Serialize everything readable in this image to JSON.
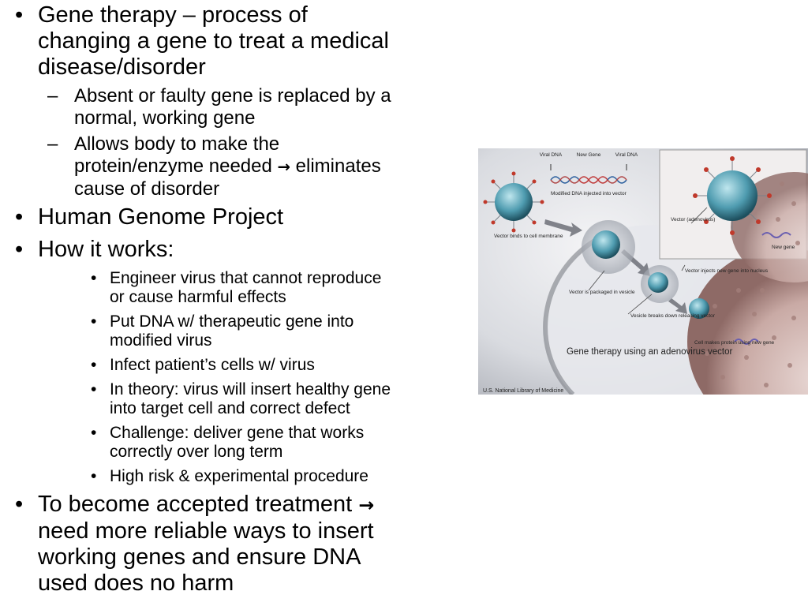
{
  "bullets": {
    "b1": {
      "line1": "Gene therapy – process of",
      "line2": "changing a gene to treat a medical",
      "line3": "disease/disorder"
    },
    "b1_sub1": {
      "line1": "Absent or faulty gene is replaced by a",
      "line2": "normal, working gene"
    },
    "b1_sub2": {
      "line1": "Allows body to make the",
      "line2a": "protein/enzyme needed ",
      "arrow": "→",
      "line2b": " eliminates",
      "line3": "cause of disorder"
    },
    "b2": {
      "text": "Human Genome Project"
    },
    "b3": {
      "text": "How it works:"
    },
    "b3_sub": [
      {
        "line1": "Engineer virus that cannot reproduce",
        "line2": "or cause harmful effects"
      },
      {
        "line1": "Put DNA w/ therapeutic gene into",
        "line2": "modified virus"
      },
      {
        "line1": "Infect patient’s cells w/ virus"
      },
      {
        "line1": "In theory: virus will insert healthy gene",
        "line2": "into target cell and correct defect"
      },
      {
        "line1": "Challenge: deliver gene that works",
        "line2": "correctly over long term"
      },
      {
        "line1": "High risk & experimental procedure"
      }
    ],
    "b4": {
      "line1a": "To become accepted treatment ",
      "arrow": "→",
      "line2": "need more reliable ways to insert",
      "line3": "working genes and ensure DNA",
      "line4": "used does no harm"
    },
    "marker_l1": "•",
    "marker_l2": "–",
    "marker_l3": "•"
  },
  "figure": {
    "label_viral_dna_1": "Viral DNA",
    "label_new_gene": "New Gene",
    "label_viral_dna_2": "Viral DNA",
    "label_modified": "Modified DNA injected into vector",
    "label_binds": "Vector binds to cell membrane",
    "label_vector": "Vector (adenovirus)",
    "label_new_gene_right": "New gene",
    "label_packaged": "Vector is packaged in vesicle",
    "label_injects": "Vector injects new gene into nucleus",
    "label_breaks": "Vesicle breaks down releasing vector",
    "label_protein": "Cell makes protein using new gene",
    "caption": "Gene therapy using an adenovirus vector",
    "credit": "U.S. National Library of Medicine"
  }
}
